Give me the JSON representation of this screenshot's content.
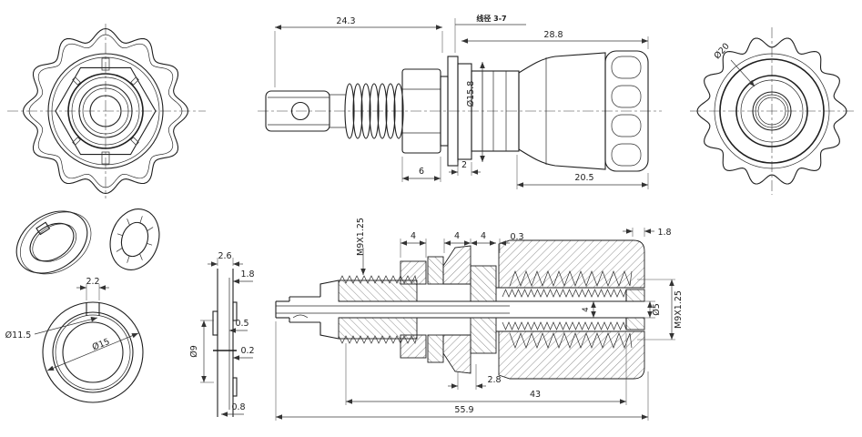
{
  "drawing": {
    "title": "binding-post-terminal-engineering-drawing",
    "colors": {
      "line": "#1f1f1f",
      "background": "#ffffff",
      "dimension": "#3a3a3a"
    },
    "side_view": {
      "dim_body_length": "24.3",
      "dim_wire_range": "线径 3-7",
      "dim_cap_length": "28.8",
      "dim_flange_dia": "Ø15.8",
      "dim_nut_width": "6",
      "dim_flange_thk": "2",
      "dim_cap_body": "20.5"
    },
    "rear_view": {
      "dim_outer_dia": "Ø20"
    },
    "washer_front": {
      "dim_key_width": "2.2",
      "dim_bore_dia": "Ø11.5",
      "dim_outer_dia": "Ø15"
    },
    "washer_section": {
      "dim_total_thk": "2.6",
      "dim_rim_thk": "1.8",
      "dim_hole_dia": "Ø9",
      "dim_step_a": "0.5",
      "dim_step_b": "0.2",
      "dim_step_c": "0.8"
    },
    "section_view": {
      "dim_thread_left": "M9X1.25",
      "dim_seg1": "4",
      "dim_seg2": "4",
      "dim_seg3": "4",
      "dim_gap": "0.3",
      "dim_wall": "1.8",
      "dim_hole": "Ø5",
      "dim_thread_right": "M9X1.25",
      "dim_bore": "4",
      "dim_offset": "2.8",
      "dim_inner_len": "43",
      "dim_total_len": "55.9"
    }
  }
}
